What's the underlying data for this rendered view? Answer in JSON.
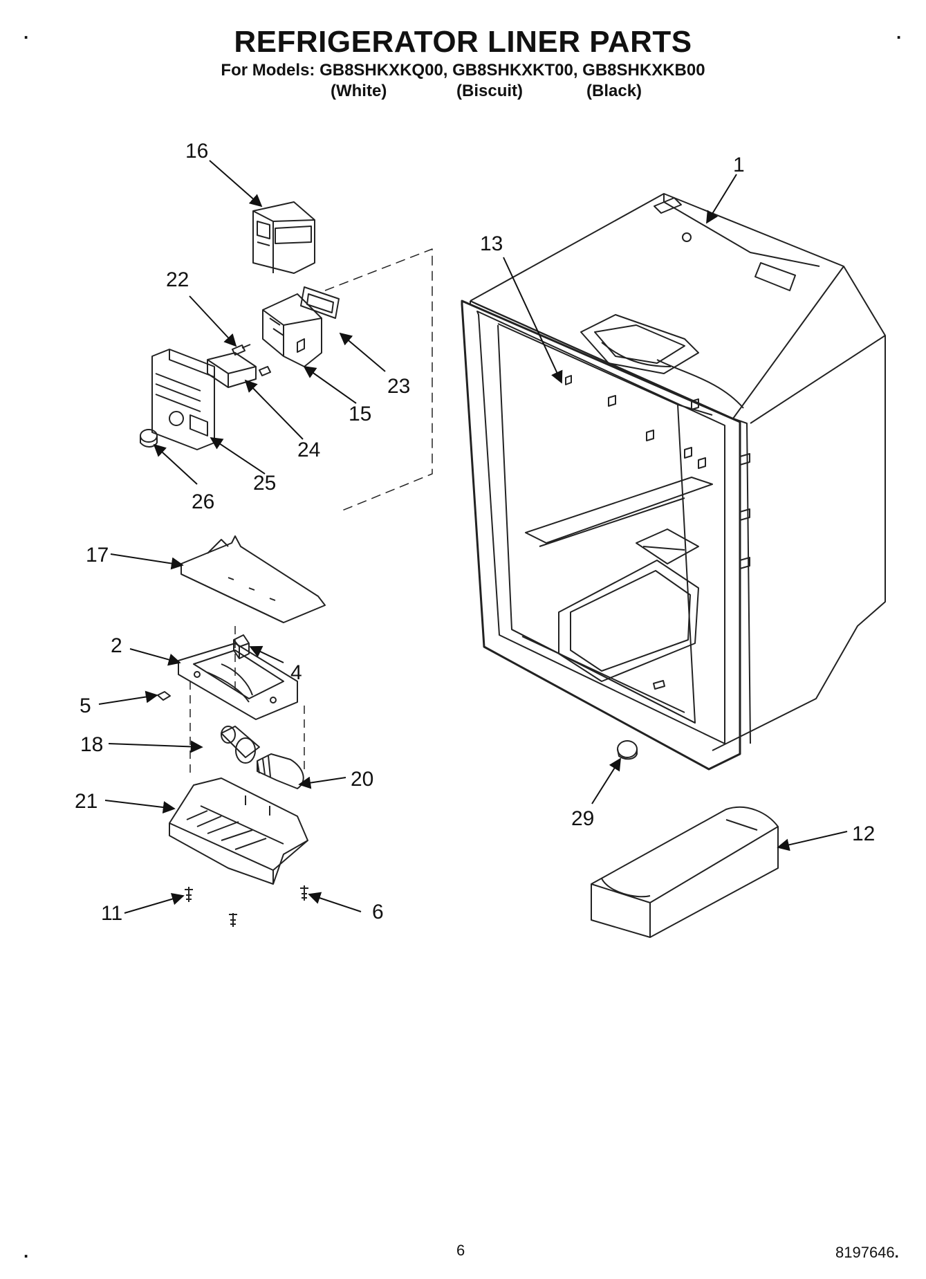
{
  "header": {
    "title": "REFRIGERATOR LINER PARTS",
    "models": "For Models: GB8SHKXKQ00, GB8SHKXKT00, GB8SHKXKB00",
    "colors": [
      "(White)",
      "(Biscuit)",
      "(Black)"
    ]
  },
  "callouts": [
    "16",
    "22",
    "23",
    "15",
    "24",
    "25",
    "26",
    "1",
    "13",
    "17",
    "4",
    "2",
    "5",
    "18",
    "20",
    "21",
    "11",
    "6",
    "29",
    "12"
  ],
  "footer": {
    "page_number": "6",
    "document_code": "8197646"
  }
}
